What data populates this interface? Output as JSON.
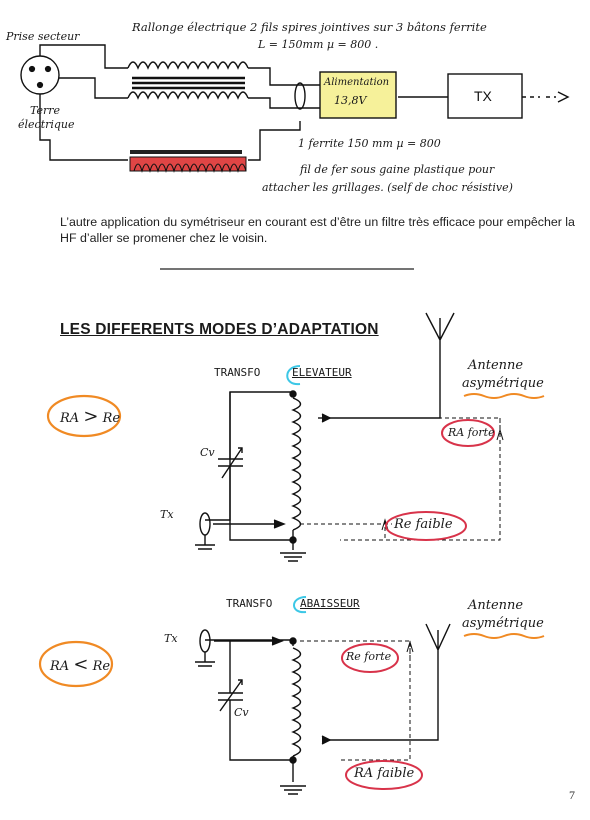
{
  "top_diagram": {
    "socket_label": "Prise secteur",
    "ground_label_line1": "Terre",
    "ground_label_line2": "électrique",
    "cable_note_line1": "Rallonge électrique 2 fils spires jointives sur 3 bâtons ferrite",
    "cable_note_line2": "L = 150mm  µ = 800 .",
    "power_supply_line1": "Alimentation",
    "power_supply_line2": "13,8V",
    "tx_label": "TX",
    "ferrite_note": "1 ferrite  150 mm  µ = 800",
    "wire_note_line1": "fil de fer sous gaine plastique pour",
    "wire_note_line2": "attacher les grillages. (self de choc résistive)"
  },
  "paragraph": "L’autre application du symétriseur en courant est d’être un filtre très efficace pour empêcher  la HF d’aller se promener chez le voisin.",
  "section_title": "LES DIFFERENTS MODES D’ADAPTATION",
  "mode1": {
    "condition_left": "RA",
    "condition_sign": ">",
    "condition_right": "Re",
    "transfo_label": "TRANSFO",
    "transfo_type": "ELEVATEUR",
    "antenna_line1": "Antenne",
    "antenna_line2": "asymétrique",
    "ra_note": "RA forte",
    "re_note": "Re faible",
    "cv_label": "Cv",
    "tx_label": "Tx"
  },
  "mode2": {
    "condition_left": "RA",
    "condition_sign": "<",
    "condition_right": "Re",
    "transfo_label": "TRANSFO",
    "transfo_type": "ABAISSEUR",
    "antenna_line1": "Antenne",
    "antenna_line2": "asymétrique",
    "re_note": "Re forte",
    "ra_note": "RA faible",
    "cv_label": "Cv",
    "tx_label": "Tx"
  },
  "page_number": "7",
  "colors": {
    "highlight_yellow": "#f6f19a",
    "red_circle": "#d8334a",
    "orange": "#f08a24",
    "cyan": "#3cc7e6",
    "ferrite_red": "#d93a3a"
  }
}
